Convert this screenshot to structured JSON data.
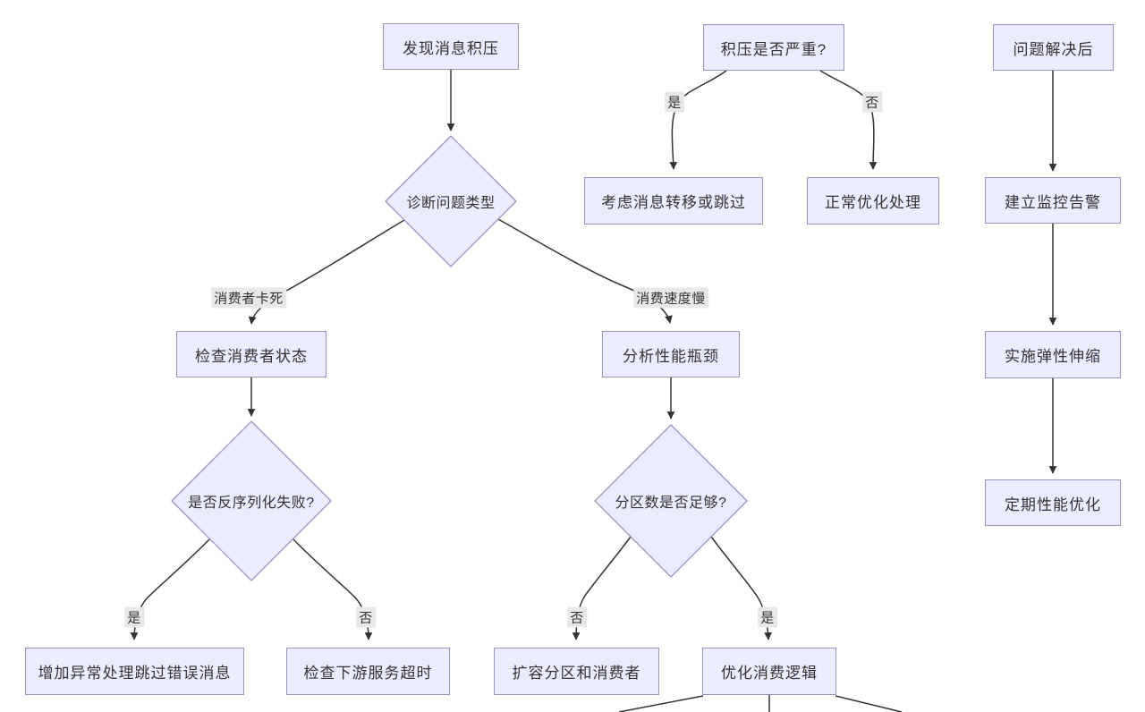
{
  "diagram": {
    "kind": "flowchart",
    "palette": {
      "background": "#ffffff",
      "node_fill": "#ECECFF",
      "node_border": "#9a94bd",
      "edge_color": "#333333",
      "edge_label_bg": "#e8e8e8",
      "text_color": "#333333"
    },
    "nodes": {
      "discover_backlog": {
        "label": "发现消息积压",
        "shape": "rect"
      },
      "diagnose_problem_type": {
        "label": "诊断问题类型",
        "shape": "diamond"
      },
      "check_consumer_status": {
        "label": "检查消费者状态",
        "shape": "rect"
      },
      "analyze_bottleneck": {
        "label": "分析性能瓶颈",
        "shape": "rect"
      },
      "deserialization_failed": {
        "label": "是否反序列化失败?",
        "shape": "diamond"
      },
      "partitions_enough": {
        "label": "分区数是否足够?",
        "shape": "diamond"
      },
      "add_exception_handling": {
        "label": "增加异常处理跳过错误消息",
        "shape": "rect"
      },
      "check_downstream_timeout": {
        "label": "检查下游服务超时",
        "shape": "rect"
      },
      "scale_partitions_consumers": {
        "label": "扩容分区和消费者",
        "shape": "rect"
      },
      "optimize_consume_logic": {
        "label": "优化消费逻辑",
        "shape": "rect"
      },
      "backlog_severe": {
        "label": "积压是否严重?",
        "shape": "rect"
      },
      "consider_transfer_skip": {
        "label": "考虑消息转移或跳过",
        "shape": "rect"
      },
      "normal_optimization": {
        "label": "正常优化处理",
        "shape": "rect"
      },
      "after_problem_solved": {
        "label": "问题解决后",
        "shape": "rect"
      },
      "setup_monitoring_alerts": {
        "label": "建立监控告警",
        "shape": "rect"
      },
      "implement_elastic_scaling": {
        "label": "实施弹性伸缩",
        "shape": "rect"
      },
      "periodic_performance_tuning": {
        "label": "定期性能优化",
        "shape": "rect"
      }
    },
    "edge_labels": {
      "consumer_stuck": "消费者卡死",
      "slow_consumption": "消费速度慢",
      "deserial_yes": "是",
      "deserial_no": "否",
      "partition_no": "否",
      "partition_yes": "是",
      "severe_yes": "是",
      "severe_no": "否"
    },
    "edges": [
      {
        "from": "discover_backlog",
        "to": "diagnose_problem_type",
        "label": ""
      },
      {
        "from": "diagnose_problem_type",
        "to": "check_consumer_status",
        "label": "消费者卡死"
      },
      {
        "from": "diagnose_problem_type",
        "to": "analyze_bottleneck",
        "label": "消费速度慢"
      },
      {
        "from": "check_consumer_status",
        "to": "deserialization_failed",
        "label": ""
      },
      {
        "from": "deserialization_failed",
        "to": "add_exception_handling",
        "label": "是"
      },
      {
        "from": "deserialization_failed",
        "to": "check_downstream_timeout",
        "label": "否"
      },
      {
        "from": "analyze_bottleneck",
        "to": "partitions_enough",
        "label": ""
      },
      {
        "from": "partitions_enough",
        "to": "scale_partitions_consumers",
        "label": "否"
      },
      {
        "from": "partitions_enough",
        "to": "optimize_consume_logic",
        "label": "是"
      },
      {
        "from": "backlog_severe",
        "to": "consider_transfer_skip",
        "label": "是"
      },
      {
        "from": "backlog_severe",
        "to": "normal_optimization",
        "label": "否"
      },
      {
        "from": "after_problem_solved",
        "to": "setup_monitoring_alerts",
        "label": ""
      },
      {
        "from": "setup_monitoring_alerts",
        "to": "implement_elastic_scaling",
        "label": ""
      },
      {
        "from": "implement_elastic_scaling",
        "to": "periodic_performance_tuning",
        "label": ""
      },
      {
        "from": "optimize_consume_logic",
        "to": "offscreen-bottom",
        "label": ""
      }
    ]
  }
}
